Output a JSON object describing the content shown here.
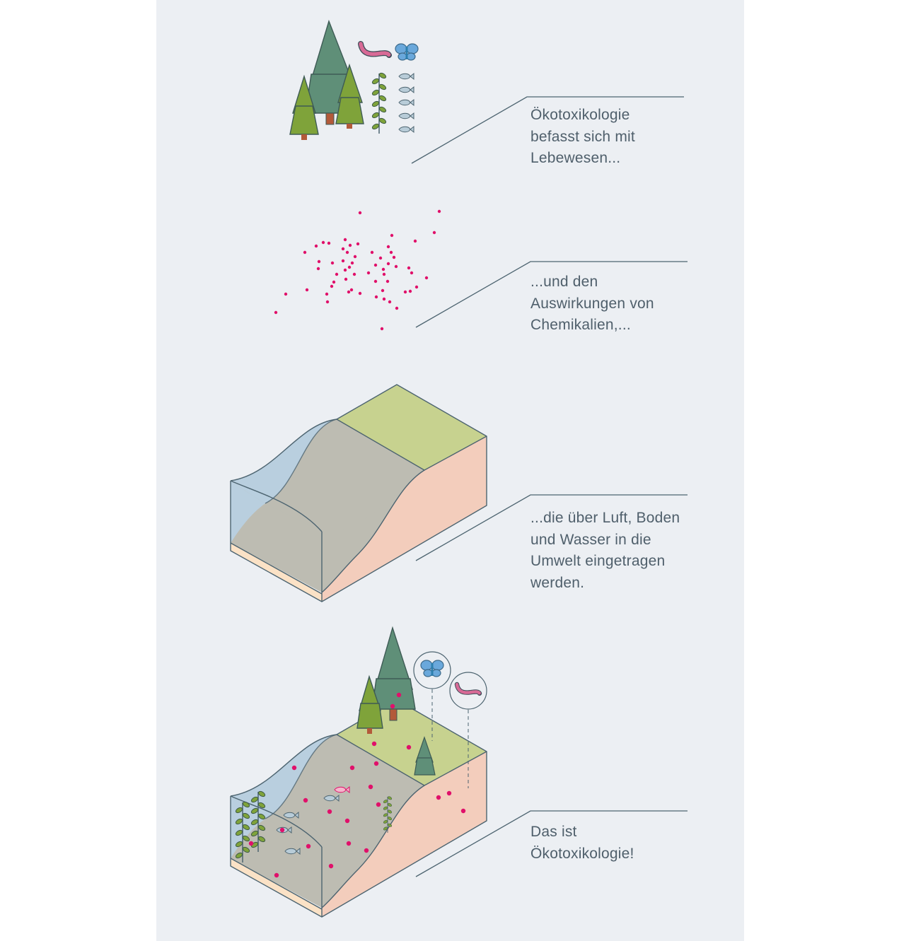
{
  "captions": [
    {
      "lines": [
        "Ökotoxikologie",
        "befasst sich mit",
        "Lebewesen..."
      ]
    },
    {
      "lines": [
        "...und den",
        "Auswirkungen von",
        "Chemikalien,..."
      ]
    },
    {
      "lines": [
        "...die über Luft, Boden",
        "und Wasser in die",
        "Umwelt eingetragen",
        "werden."
      ]
    },
    {
      "lines": [
        "Das ist",
        "Ökotoxikologie!"
      ]
    }
  ],
  "colors": {
    "background": "#eceff3",
    "chemical_dot": "#e0106a",
    "water": "#b9cfdf",
    "sediment": "#bdbcb2",
    "soil": "#f3cdbc",
    "meadow": "#c7d28f",
    "tree_dark": "#5f8f78",
    "tree_light": "#7fa33a",
    "text": "#4f5f6b"
  }
}
